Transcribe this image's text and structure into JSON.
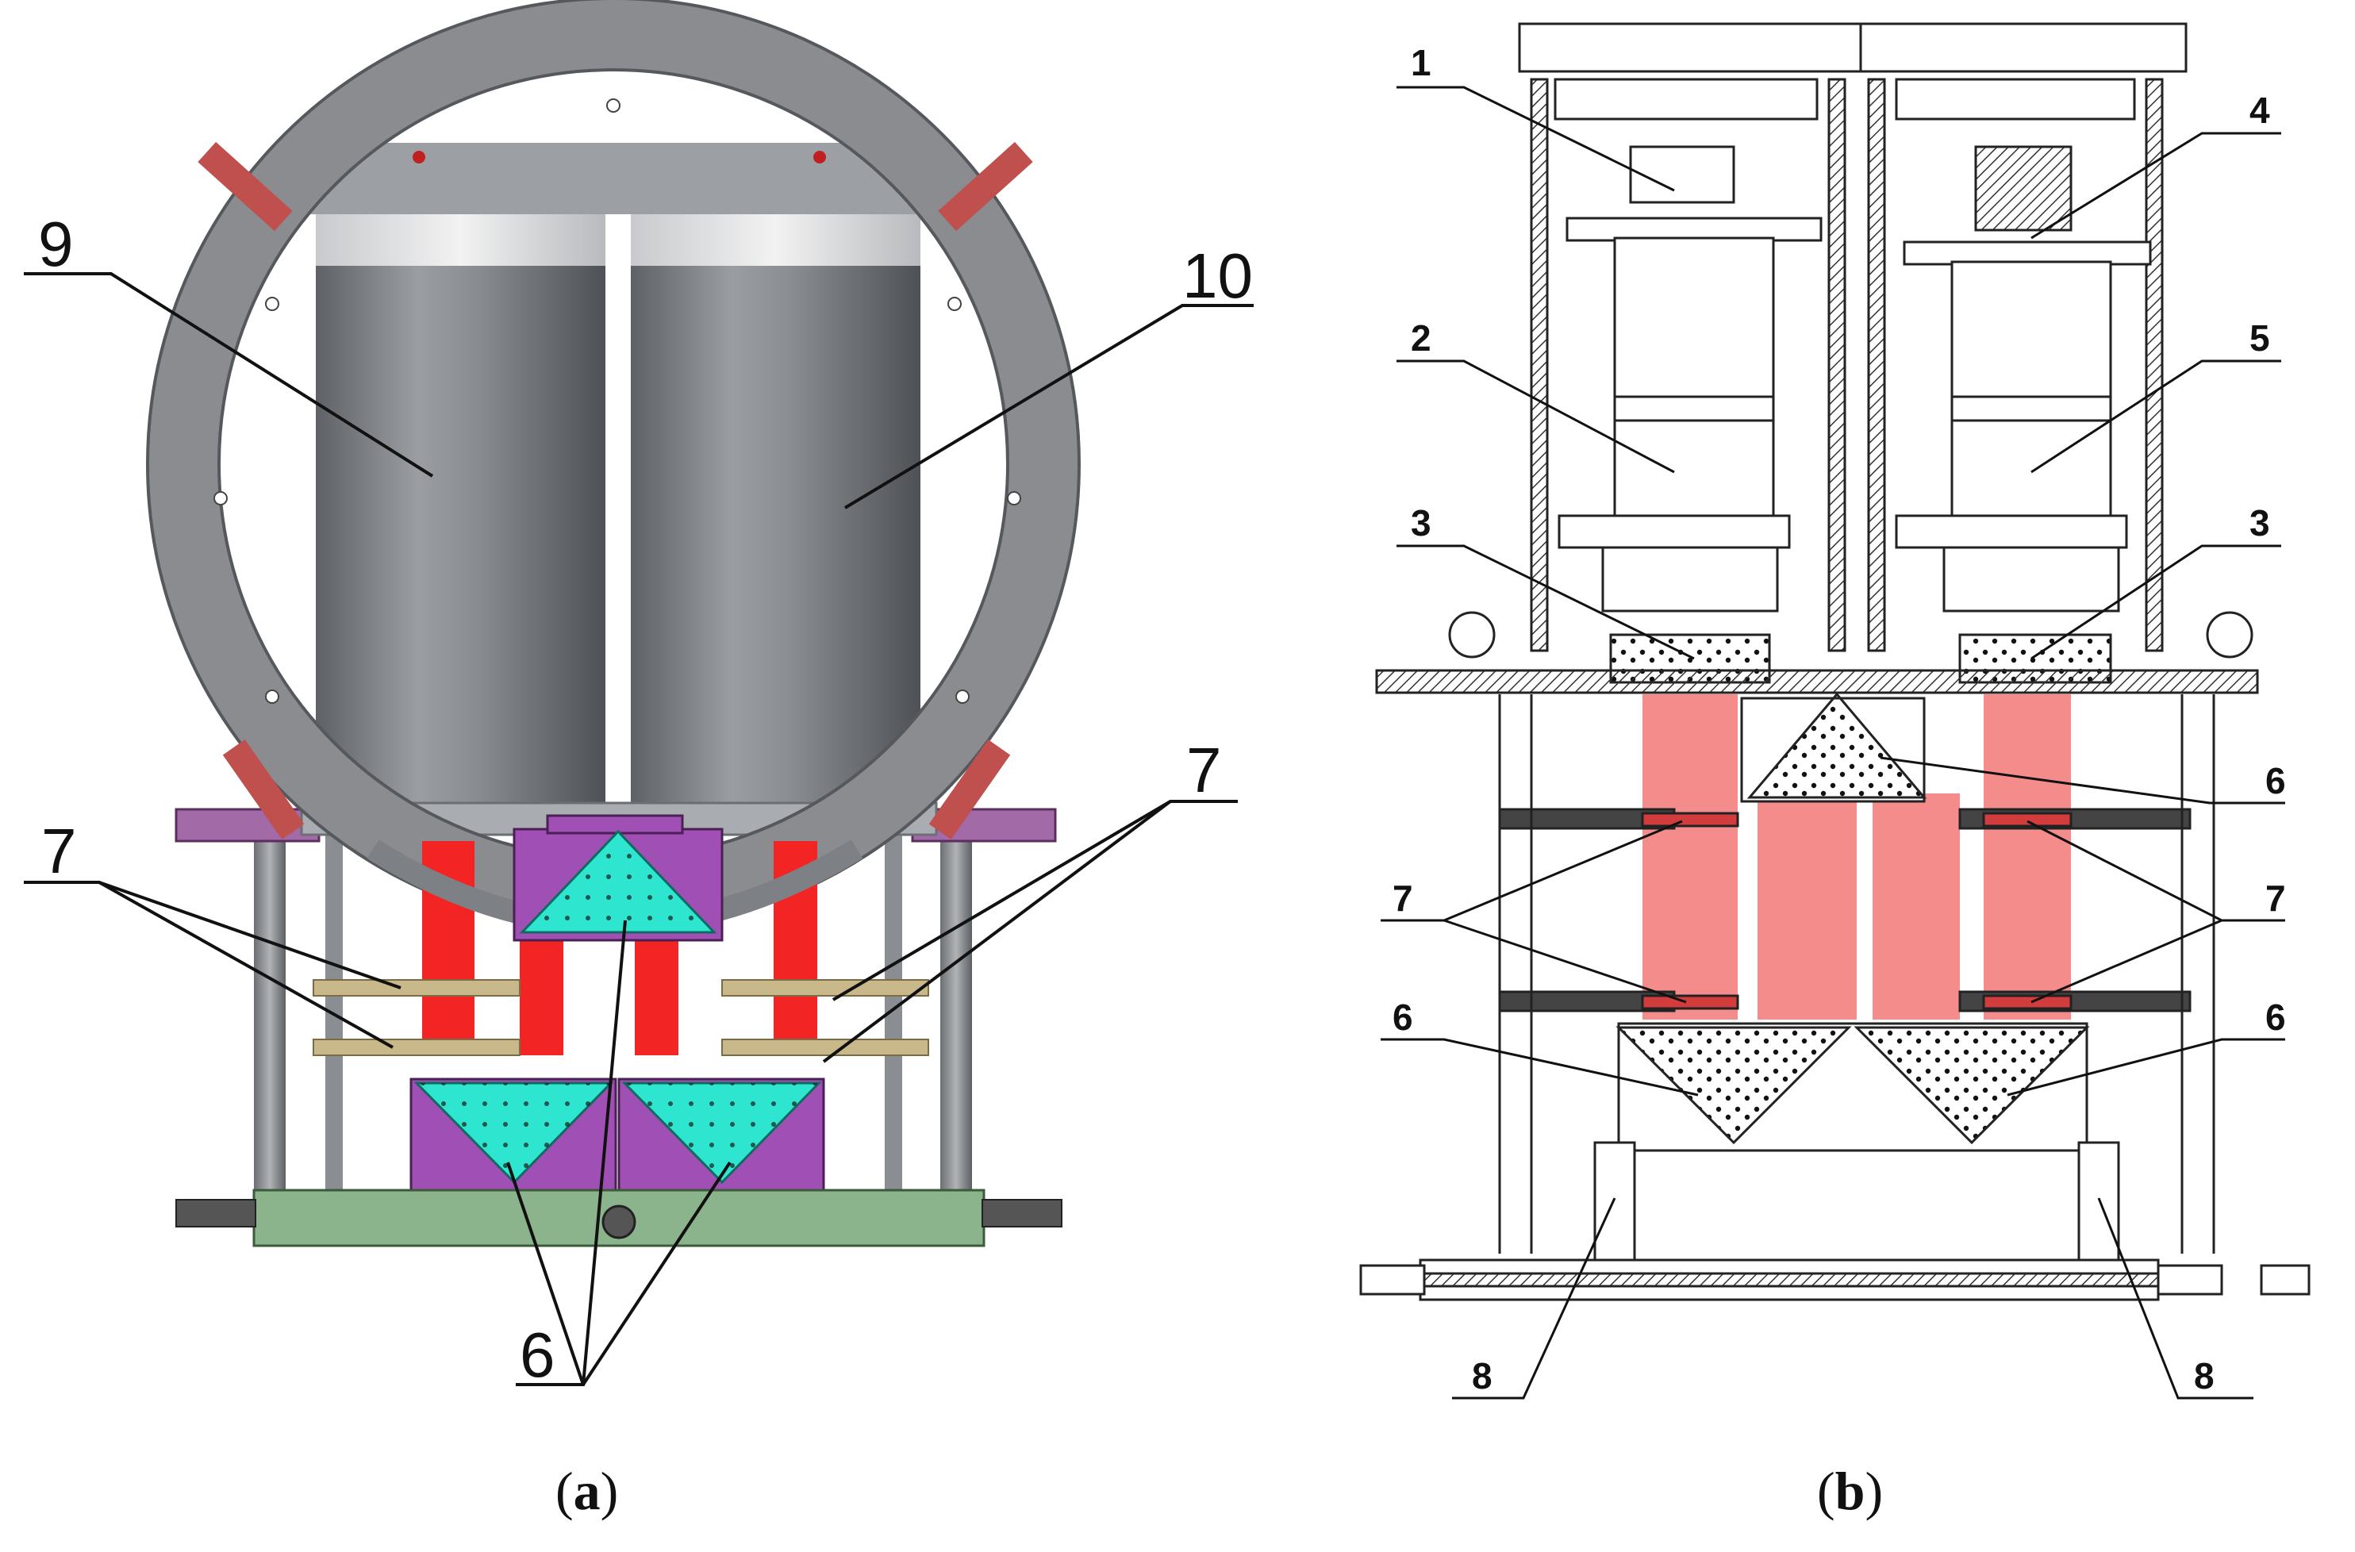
{
  "panels": [
    {
      "caption_letter": "a",
      "labels": {
        "l9": "9",
        "l10": "10",
        "l7_left": "7",
        "l7_right": "7",
        "l6": "6"
      }
    },
    {
      "caption_letter": "b",
      "labels": {
        "l1": "1",
        "l2": "2",
        "l3_left": "3",
        "l4": "4",
        "l5": "5",
        "l3_right": "3",
        "l6_top": "6",
        "l7_left": "7",
        "l7_right": "7",
        "l6_left": "6",
        "l6_right": "6",
        "l8_left": "8",
        "l8_right": "8"
      }
    }
  ],
  "colors": {
    "ring": "#8a8c90",
    "cylinder": "#7b7e82",
    "red_block": "#f22424",
    "cyan_prism": "#2ee6d0",
    "purple_holder": "#a050b4",
    "green_base": "#8cb48c",
    "pink_block": "#f58c8c"
  }
}
